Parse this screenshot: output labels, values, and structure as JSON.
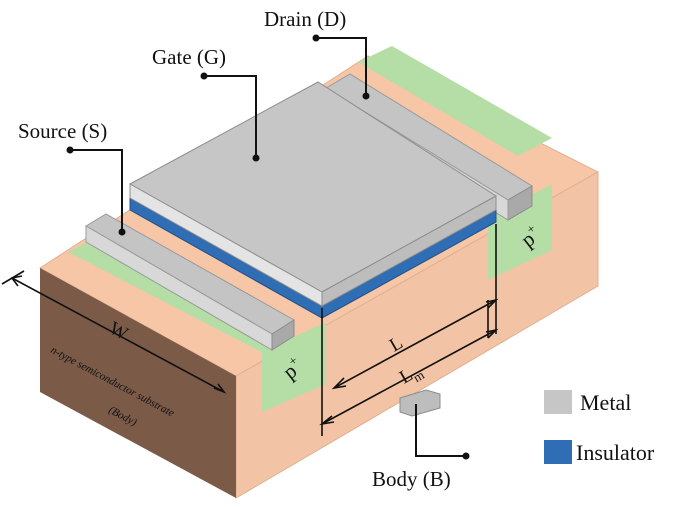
{
  "terminals": {
    "source": "Source (S)",
    "gate": "Gate (G)",
    "drain": "Drain (D)",
    "body": "Body (B)"
  },
  "dimensions": {
    "width": "W",
    "length": "L",
    "length_m_main": "L",
    "length_m_sub": "m"
  },
  "regions": {
    "p_left_main": "p",
    "p_left_sup": "+",
    "p_right_main": "p",
    "p_right_sup": "+"
  },
  "substrate": {
    "line1": "n-type semiconductor substrate",
    "line2": "(Body)"
  },
  "legend": {
    "metal_label": "Metal",
    "insulator_label": "Insulator"
  },
  "colors": {
    "metal": "#c6c6c6",
    "insulator": "#2f6db5",
    "p_region": "#b7e0a7",
    "substrate_top": "#f7c4a2",
    "substrate_front": "#f0c1a3",
    "substrate_side": "#7a5a48"
  }
}
